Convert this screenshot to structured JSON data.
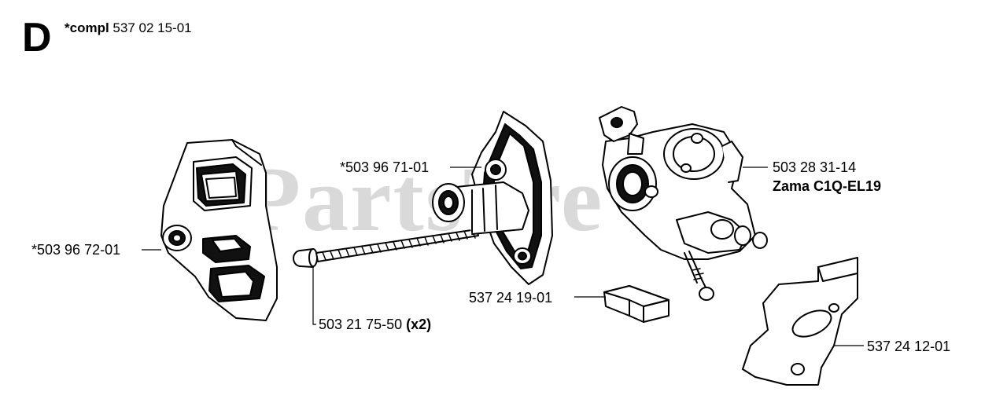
{
  "section": {
    "letter": "D",
    "compl_label": "*compl",
    "compl_number": "537 02 15-01"
  },
  "watermark": {
    "text": "PartsTre",
    "tm": "™"
  },
  "parts": [
    {
      "number": "*503 96 72-01",
      "qty": "",
      "desc": ""
    },
    {
      "number": "*503 96 71-01",
      "qty": "",
      "desc": ""
    },
    {
      "number": "503 21 75-50",
      "qty": "(x2)",
      "desc": ""
    },
    {
      "number": "537 24 19-01",
      "qty": "",
      "desc": ""
    },
    {
      "number": "503 28 31-14",
      "qty": "",
      "desc": "Zama C1Q-EL19"
    },
    {
      "number": "537 24 12-01",
      "qty": "",
      "desc": ""
    }
  ]
}
